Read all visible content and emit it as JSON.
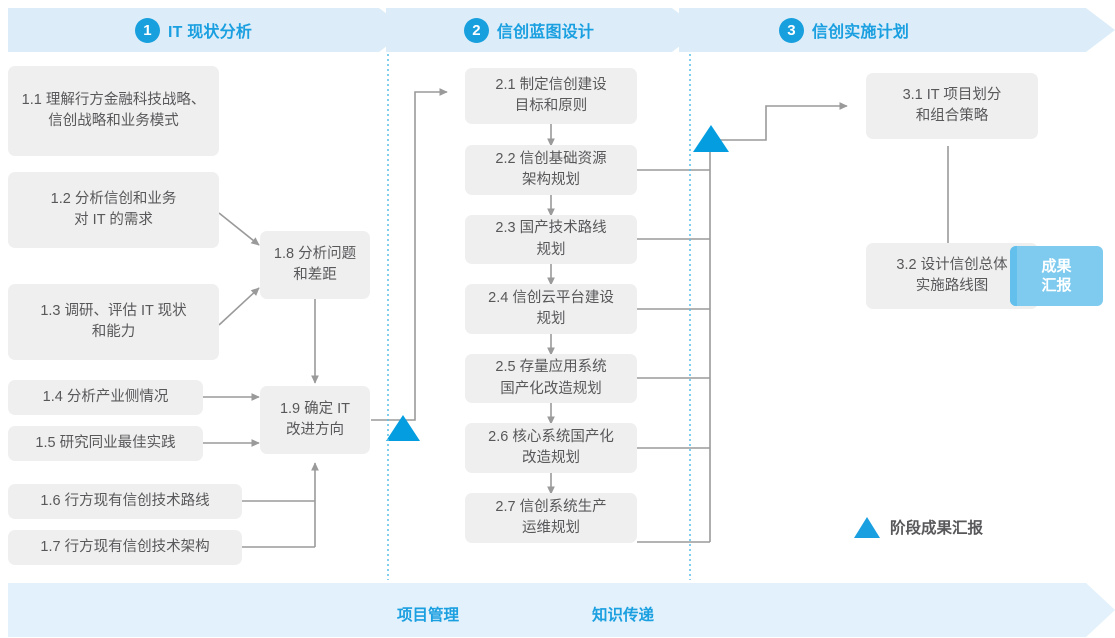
{
  "phases": [
    {
      "number": "1",
      "title": "IT 现状分析"
    },
    {
      "number": "2",
      "title": "信创蓝图设计"
    },
    {
      "number": "3",
      "title": "信创实施计划"
    }
  ],
  "phase1_nodes": [
    {
      "id": "1.1",
      "label": "1.1 理解行方金融科技战略、\n信创战略和业务模式"
    },
    {
      "id": "1.2",
      "label": "1.2 分析信创和业务\n对 IT 的需求"
    },
    {
      "id": "1.3",
      "label": "1.3 调研、评估 IT 现状\n和能力"
    },
    {
      "id": "1.4",
      "label": "1.4 分析产业侧情况"
    },
    {
      "id": "1.5",
      "label": "1.5 研究同业最佳实践"
    },
    {
      "id": "1.6",
      "label": "1.6 行方现有信创技术路线"
    },
    {
      "id": "1.7",
      "label": "1.7 行方现有信创技术架构"
    },
    {
      "id": "1.8",
      "label": "1.8 分析问题\n和差距"
    },
    {
      "id": "1.9",
      "label": "1.9 确定 IT\n改进方向"
    }
  ],
  "phase2_nodes": [
    {
      "id": "2.1",
      "label": "2.1 制定信创建设\n目标和原则"
    },
    {
      "id": "2.2",
      "label": "2.2 信创基础资源\n架构规划"
    },
    {
      "id": "2.3",
      "label": "2.3 国产技术路线\n规划"
    },
    {
      "id": "2.4",
      "label": "2.4 信创云平台建设\n规划"
    },
    {
      "id": "2.5",
      "label": "2.5 存量应用系统\n国产化改造规划"
    },
    {
      "id": "2.6",
      "label": "2.6 核心系统国产化\n改造规划"
    },
    {
      "id": "2.7",
      "label": "2.7 信创系统生产\n运维规划"
    }
  ],
  "phase3_nodes": [
    {
      "id": "3.1",
      "label": "3.1 IT 项目划分\n和组合策略"
    },
    {
      "id": "3.2",
      "label": "3.2 设计信创总体\n实施路线图"
    }
  ],
  "result_node": {
    "id": "result",
    "label": "成果\n汇报"
  },
  "legend": {
    "label": "阶段成果汇报"
  },
  "footer": {
    "labels": [
      "项目管理",
      "知识传递"
    ]
  },
  "colors": {
    "accent": "#1a9fe0",
    "band": "#dcedf9",
    "node_bg": "#efefef",
    "node_text": "#58585b",
    "result_bg": "#7ecbef",
    "connector": "#9a9a9a",
    "divider": "#56bfe8"
  }
}
